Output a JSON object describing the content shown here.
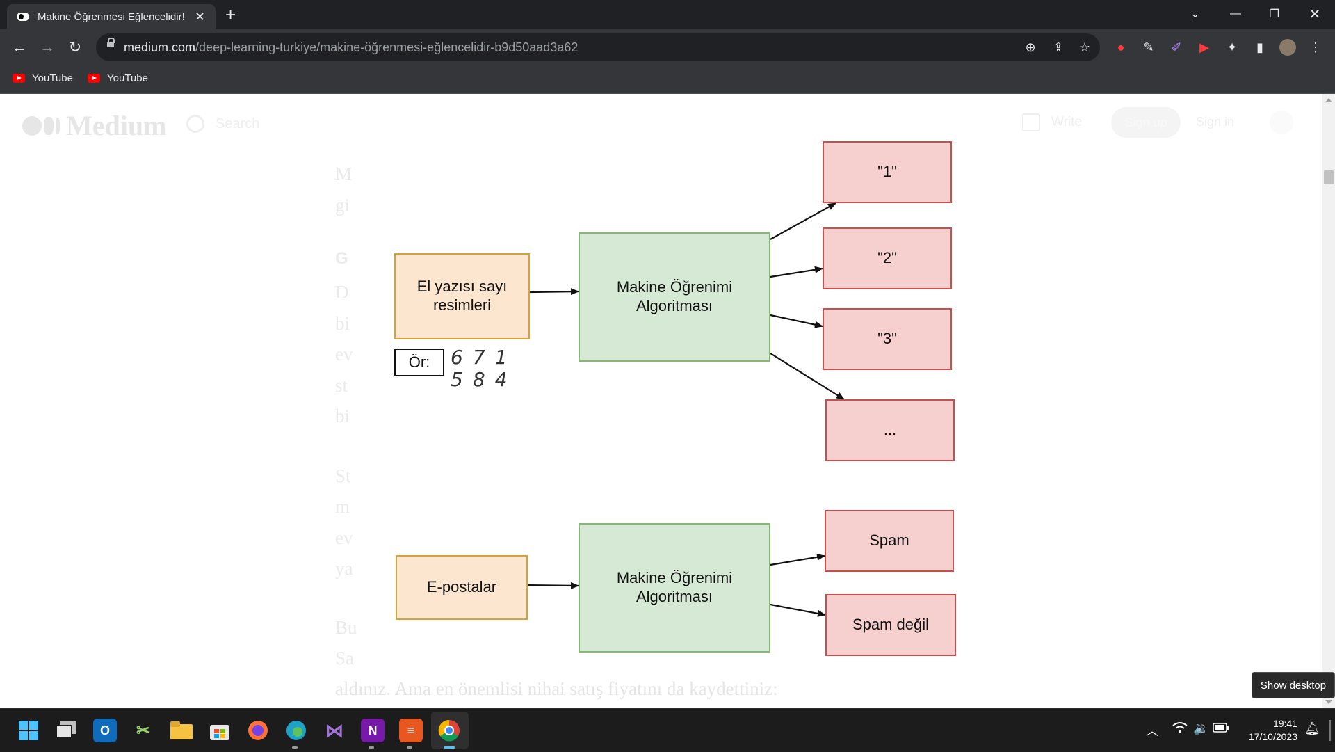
{
  "browser": {
    "tab_title": "Makine Öğrenmesi Eğlencelidir! | by Deep Learning Türkiye",
    "tab_close": "✕",
    "new_tab": "+",
    "url_host": "medium.com",
    "url_path": "/deep-learning-turkiye/makine-öğrenmesi-eğlencelidir-b9d50aad3a62",
    "bookmarks": [
      {
        "label": "YouTube"
      },
      {
        "label": "YouTube"
      }
    ]
  },
  "medium_header": {
    "logo": "Medium",
    "search_placeholder": "Search",
    "write": "Write",
    "sign_up": "Sign up",
    "sign_in": "Sign in"
  },
  "article_ghost": {
    "lines": [
      "M",
      "gi",
      "G",
      "D",
      "bi",
      "ev",
      "st",
      "bi",
      "St",
      "m",
      "ev",
      "ya",
      "Bu",
      "Sa"
    ],
    "last_line": "aldınız. Ama en önemlisi nihai satış fiyatını da kaydettiniz:"
  },
  "diagram": {
    "top": {
      "input": "El yazısı sayı resimleri",
      "example_label": "Ör:",
      "digits_row1": "671",
      "digits_row2": "584",
      "algorithm": "Makine Öğrenimi Algoritması",
      "outputs": [
        "\"1\"",
        "\"2\"",
        "\"3\"",
        "..."
      ]
    },
    "bottom": {
      "input": "E-postalar",
      "algorithm": "Makine Öğrenimi Algoritması",
      "outputs": [
        "Spam",
        "Spam değil"
      ]
    }
  },
  "tooltip": "Show desktop",
  "taskbar": {
    "time": "19:41",
    "date": "17/10/2023"
  },
  "colors": {
    "input_fill": "#fde6cf",
    "algo_fill": "#d6e9d4",
    "output_fill": "#f6cfcf"
  }
}
